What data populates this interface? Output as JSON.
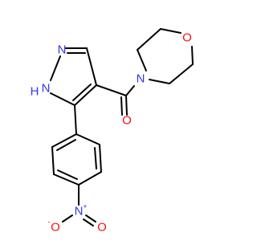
{
  "molecule": {
    "atoms": {
      "pyrazole_n2": "N",
      "pyrazole_n1h": "NH",
      "pyrazole_h_prefix": "H",
      "carbonyl_o": "O",
      "morpholine_n": "N",
      "morpholine_o": "O",
      "nitro_n": "N",
      "nitro_n_charge": "+",
      "nitro_o_left": "O",
      "nitro_o_left_charge": "-",
      "nitro_o_right": "O"
    },
    "colors": {
      "carbon_bond": "#000000",
      "nitrogen": "#3333ff",
      "oxygen": "#ff0d0d",
      "background": "#ffffff"
    }
  }
}
